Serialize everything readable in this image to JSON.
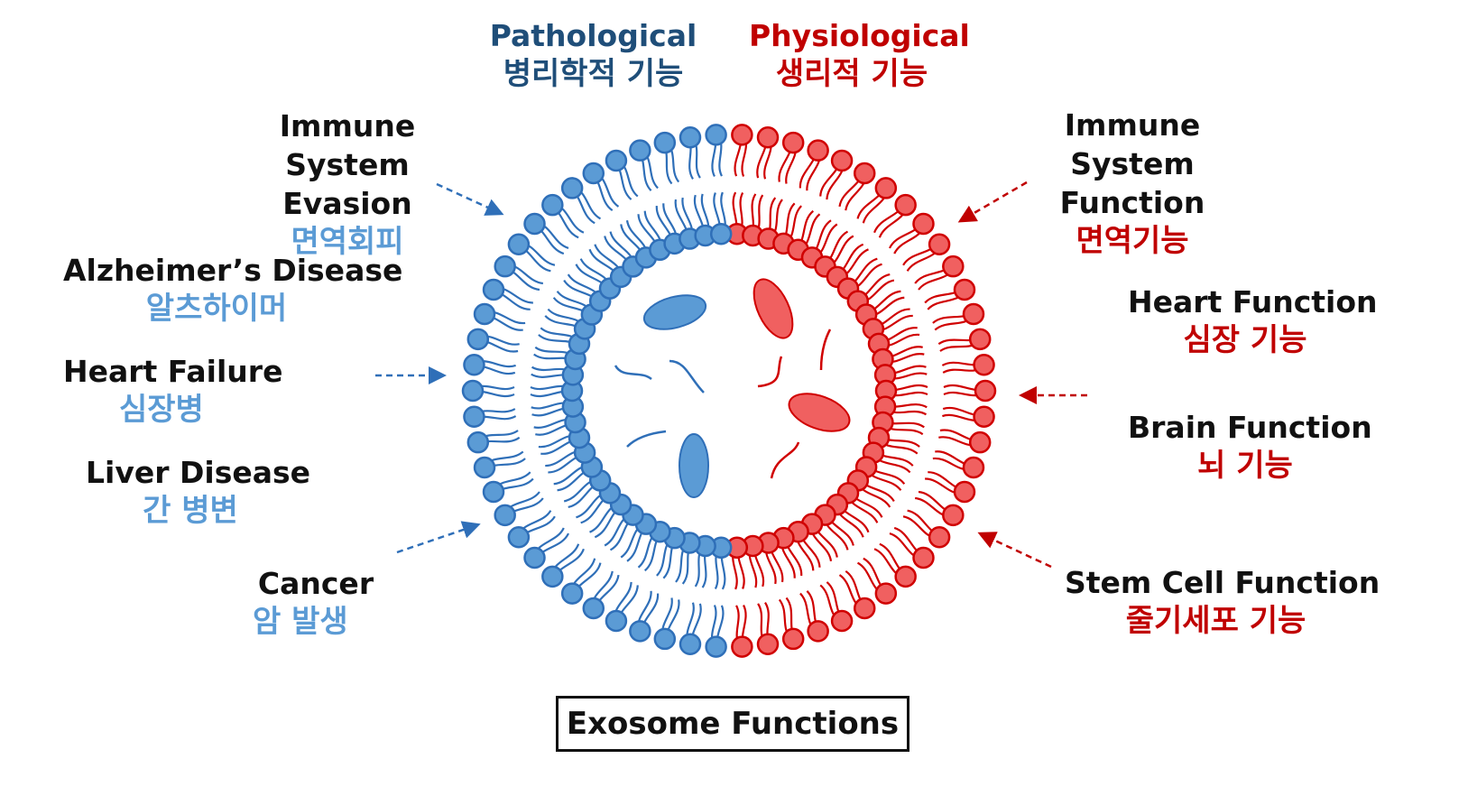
{
  "headers": {
    "pathological": {
      "en": "Pathological",
      "ko": "병리학적 기능"
    },
    "physiological": {
      "en": "Physiological",
      "ko": "생리적 기능"
    }
  },
  "pathological_labels": [
    {
      "en": "Immune System Evasion",
      "ko": "면역회피"
    },
    {
      "en": "Alzheimer’s Disease",
      "ko": "알츠하이머"
    },
    {
      "en": "Heart Failure",
      "ko": "심장병"
    },
    {
      "en": "Liver Disease",
      "ko": "간 병변"
    },
    {
      "en": "Cancer",
      "ko": "암 발생"
    }
  ],
  "physiological_labels": [
    {
      "en": "Immune System Function",
      "ko": "면역기능"
    },
    {
      "en": "Heart Function",
      "ko": "심장 기능"
    },
    {
      "en": "Brain Function",
      "ko": "뇌 기능"
    },
    {
      "en": "Stem Cell Function",
      "ko": "줄기세포 기능"
    }
  ],
  "title": "Exosome Functions",
  "colors": {
    "pathological": "#5b9bd5",
    "pathological_stroke": "#2f6fb8",
    "physiological": "#f06060",
    "physiological_stroke": "#d00000",
    "header_blue": "#1f4e79",
    "header_red": "#c00000"
  }
}
